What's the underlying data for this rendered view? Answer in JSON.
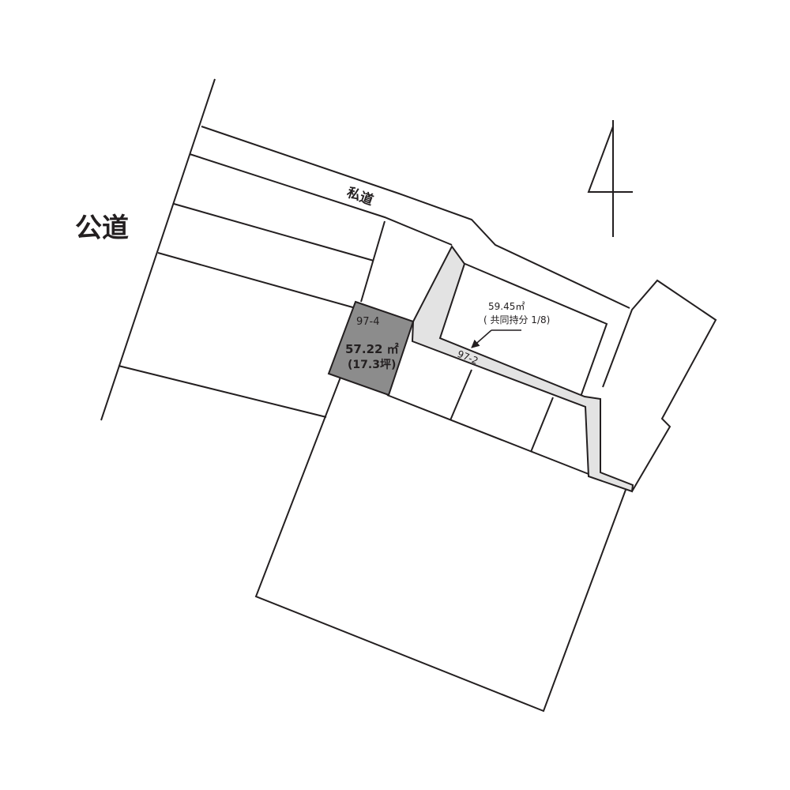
{
  "labels": {
    "public_road": "公道",
    "private_road": "私道",
    "target_lot_number": "97-4",
    "target_lot_area": "57.22 ㎡",
    "target_lot_tsubo": "(17.3坪)",
    "shared_path_area": "59.45㎡",
    "shared_path_share": "( 共同持分 1/8)",
    "shared_path_number": "97-2"
  },
  "colors": {
    "line": "#231f20",
    "target_lot_fill": "#8c8c8c",
    "shared_path_fill": "#e3e3e3",
    "background": "#ffffff"
  },
  "icons": {
    "north_arrow": "north-arrow-icon",
    "leader_arrow": "arrow-icon"
  }
}
